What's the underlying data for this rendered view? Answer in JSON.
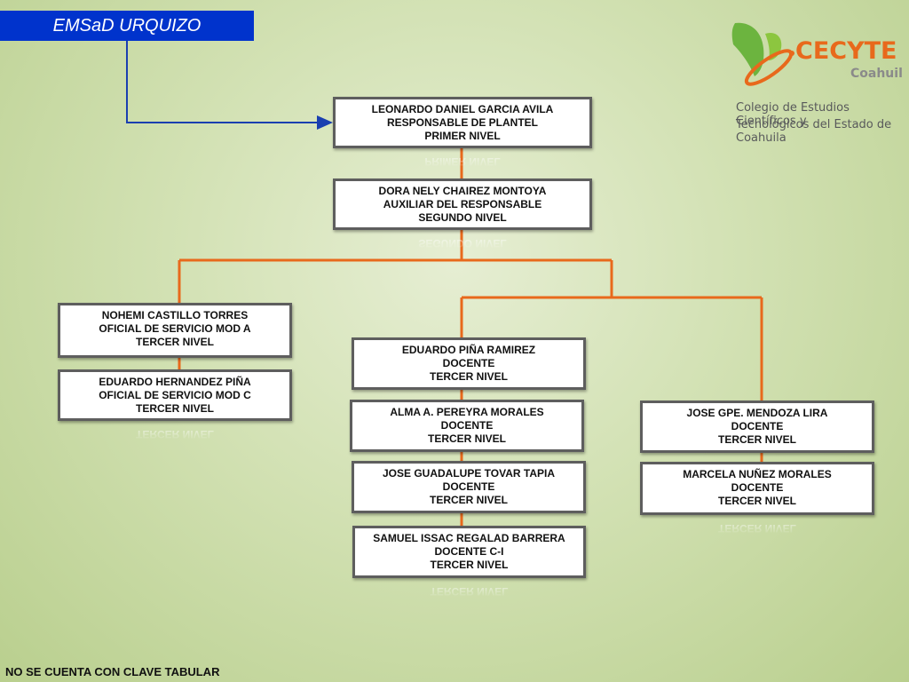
{
  "header": {
    "title": "EMSaD URQUIZO"
  },
  "logo": {
    "brand": "CECYTE",
    "region": "Coahuila",
    "tagline_1": "Colegio de Estudios Científicos y",
    "tagline_2": "Tecnológicos del Estado de Coahuila"
  },
  "org": {
    "leonardo": {
      "name": "LEONARDO DANIEL GARCIA AVILA",
      "role": "RESPONSABLE DE PLANTEL",
      "level": "PRIMER NIVEL"
    },
    "dora": {
      "name": "DORA NELY CHAIREZ MONTOYA",
      "role": "AUXILIAR DEL RESPONSABLE",
      "level": "SEGUNDO NIVEL"
    },
    "nohemi": {
      "name": "NOHEMI CASTILLO TORRES",
      "role": "OFICIAL DE SERVICIO MOD A",
      "level": "TERCER NIVEL"
    },
    "eduardo_h": {
      "name": "EDUARDO HERNANDEZ PIÑA",
      "role": "OFICIAL DE SERVICIO MOD C",
      "level": "TERCER NIVEL"
    },
    "eduardo_p": {
      "name": "EDUARDO PIÑA RAMIREZ",
      "role": "DOCENTE",
      "level": "TERCER NIVEL"
    },
    "alma": {
      "name": "ALMA A. PEREYRA MORALES",
      "role": "DOCENTE",
      "level": "TERCER NIVEL"
    },
    "jose_t": {
      "name": "JOSE GUADALUPE TOVAR TAPIA",
      "role": "DOCENTE",
      "level": "TERCER NIVEL"
    },
    "samuel": {
      "name": "SAMUEL ISSAC REGALAD BARRERA",
      "role": "DOCENTE C-I",
      "level": "TERCER NIVEL"
    },
    "jose_m": {
      "name": "JOSE GPE. MENDOZA LIRA",
      "role": "DOCENTE",
      "level": "TERCER NIVEL"
    },
    "marcela": {
      "name": "MARCELA NUÑEZ MORALES",
      "role": "DOCENTE",
      "level": "TERCER NIVEL"
    }
  },
  "footer": {
    "note": "NO SE CUENTA CON CLAVE TABULAR"
  },
  "colors": {
    "title_bg": "#0033cc",
    "connector": "#e8691c",
    "arrow": "#1a3fb0",
    "brand_green": "#6cb43f",
    "brand_orange": "#e8691c"
  }
}
